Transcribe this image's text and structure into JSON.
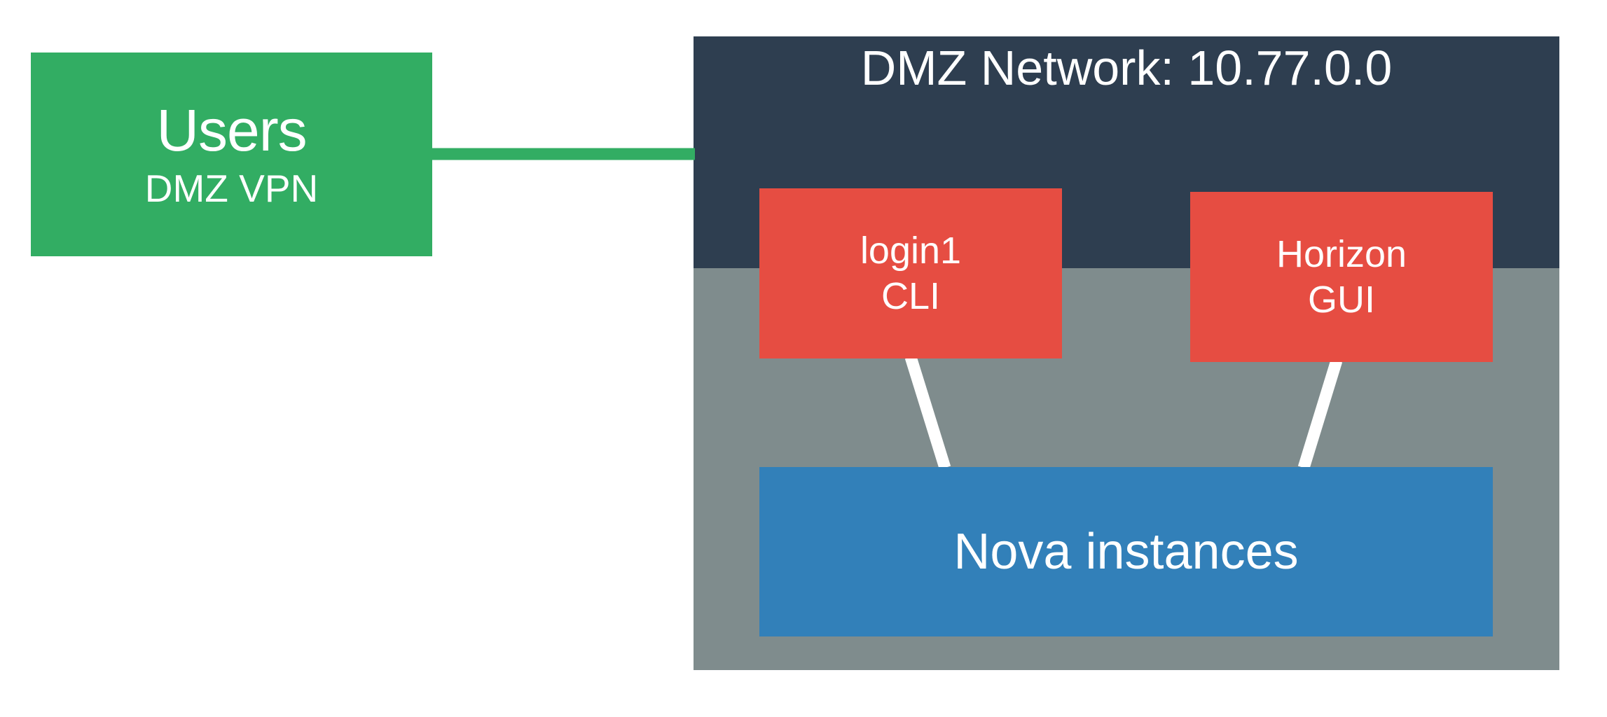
{
  "colors": {
    "users_box": "#32ad63",
    "users_link": "#32ad63",
    "dmz_top": "#2e3e50",
    "dmz_bottom": "#7f8c8d",
    "server_box": "#e64d42",
    "nova_box": "#3280b9",
    "link_white": "#ffffff",
    "text": "#ffffff"
  },
  "users": {
    "title": "Users",
    "subtitle": "DMZ VPN"
  },
  "dmz": {
    "title": "DMZ Network: 10.77.0.0"
  },
  "login": {
    "line1": "login1",
    "line2": "CLI"
  },
  "horizon": {
    "line1": "Horizon",
    "line2": "GUI"
  },
  "nova": {
    "label": "Nova instances"
  }
}
